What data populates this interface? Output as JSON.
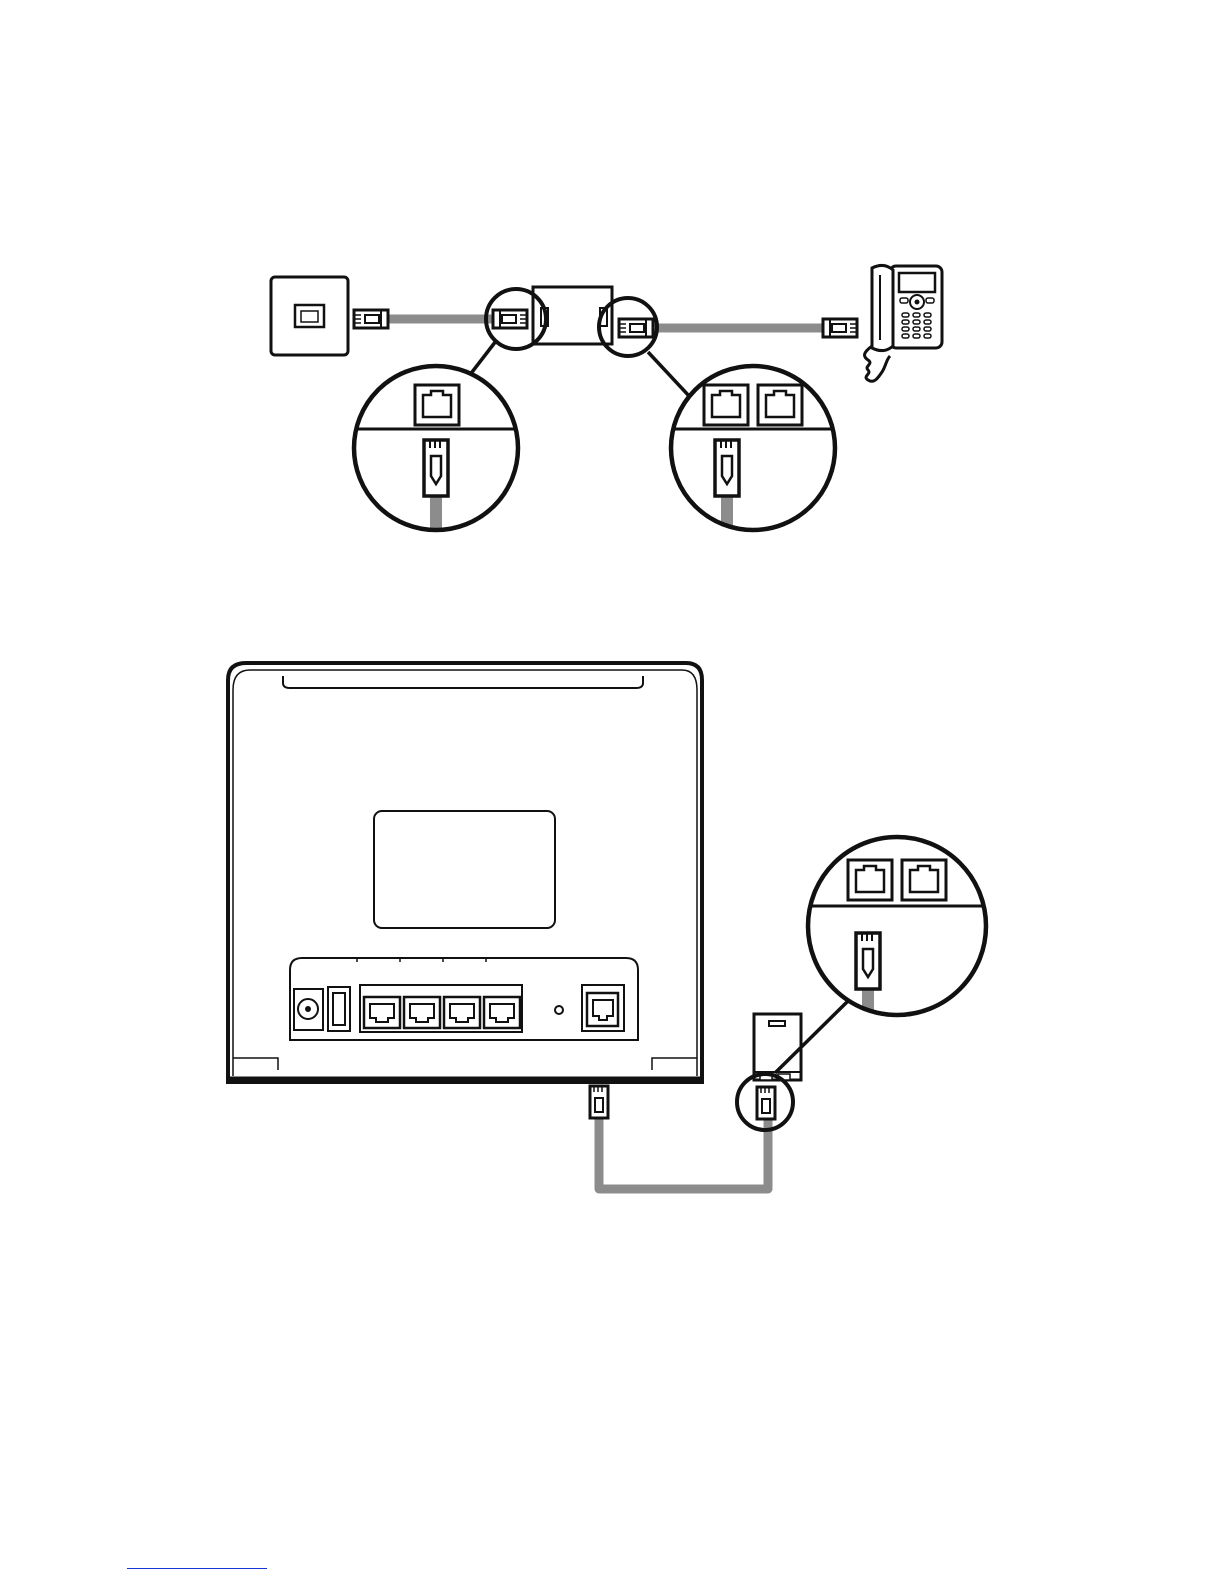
{
  "diagram": {
    "top_section": {
      "items": [
        "wall-phone-socket",
        "splitter",
        "telephone"
      ],
      "callouts": [
        {
          "name": "splitter-line-port-detail",
          "ports": 1
        },
        {
          "name": "splitter-phone-ports-detail",
          "ports": 2
        }
      ]
    },
    "bottom_section": {
      "items": [
        "router-back-panel",
        "splitter-small"
      ],
      "router_ports": [
        "power-jack",
        "usb-port",
        "lan-port-1",
        "lan-port-2",
        "lan-port-3",
        "lan-port-4",
        "reset-hole",
        "phone-port"
      ],
      "callouts": [
        {
          "name": "splitter-small-ports-detail",
          "ports": 2
        }
      ]
    },
    "colors": {
      "line": "#1a1a1a",
      "cable": "#8c8c8c",
      "background": "#ffffff",
      "footer_link": "#1a35d6"
    }
  }
}
